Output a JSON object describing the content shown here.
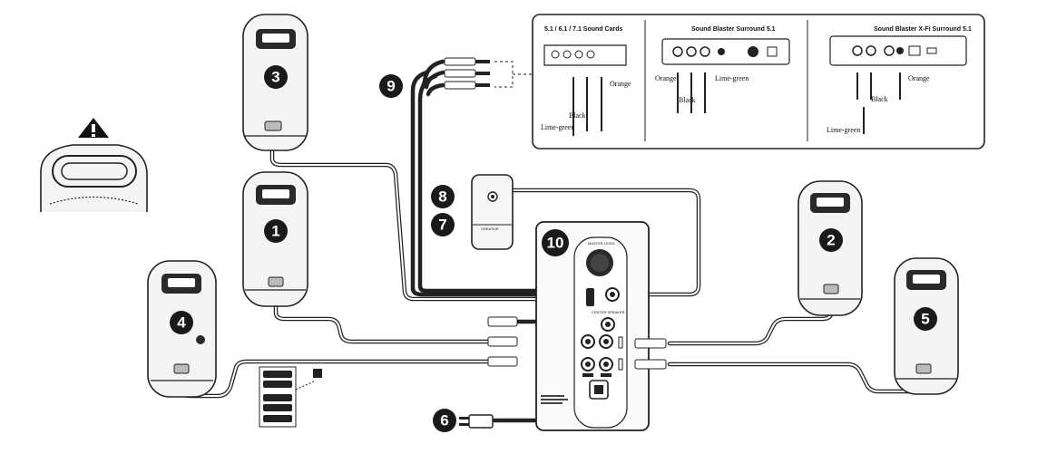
{
  "callouts": [
    "1",
    "2",
    "3",
    "4",
    "5",
    "6",
    "7",
    "8",
    "9",
    "10"
  ],
  "sound_cards": {
    "panel1": {
      "title": "5.1 / 6.1 / 7.1 Sound Cards",
      "labels": [
        "Orange",
        "Black",
        "Lime-green"
      ]
    },
    "panel2": {
      "title": "Sound Blaster Surround 5.1",
      "labels": [
        "Orange",
        "Black",
        "Lime-green"
      ]
    },
    "panel3": {
      "title": "Sound Blaster X-Fi Surround 5.1",
      "labels": [
        "Black",
        "Orange",
        "Lime-green"
      ]
    }
  },
  "remote_label": "CREATIVE",
  "subwoofer_labels": {
    "knob": "MASTER LEVEL",
    "center": "CENTER SPEAKER"
  },
  "colors": {
    "ink": "#1a1a1a",
    "warning": "#111111",
    "background": "#ffffff"
  }
}
